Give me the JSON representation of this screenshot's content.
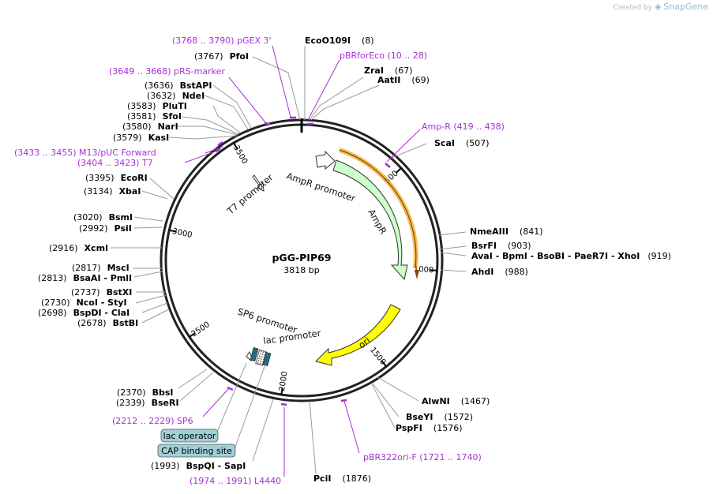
{
  "brand": {
    "prefix": "Created by",
    "name": "SnapGene"
  },
  "plasmid": {
    "name": "pGG-PIP69",
    "length_label": "3818 bp",
    "length": 3818
  },
  "colors": {
    "site_line": "#9a9a9a",
    "feature_line": "#a62fd6",
    "ampr_fill": "#ccffcc",
    "ori_fill": "#ffff00",
    "amp_r_orange": "#f5a623",
    "lac_box_fill": "#9fcfd8",
    "operator_fill": "#1f6f80"
  },
  "ticks": [
    {
      "pos": 500,
      "label": "500"
    },
    {
      "pos": 1000,
      "label": "1000"
    },
    {
      "pos": 1500,
      "label": "1500"
    },
    {
      "pos": 2000,
      "label": "2000"
    },
    {
      "pos": 2500,
      "label": "2500"
    },
    {
      "pos": 3000,
      "label": "3000"
    },
    {
      "pos": 3500,
      "label": "3500"
    }
  ],
  "sites": [
    {
      "name": "EcoO109I",
      "pos": "(8)"
    },
    {
      "name": "PfoI",
      "pos": "(3767)"
    },
    {
      "name": "ZraI",
      "pos": "(67)"
    },
    {
      "name": "AatII",
      "pos": "(69)"
    },
    {
      "name": "BstAPI",
      "pos": "(3636)"
    },
    {
      "name": "NdeI",
      "pos": "(3632)"
    },
    {
      "name": "PluTI",
      "pos": "(3583)"
    },
    {
      "name": "SfoI",
      "pos": "(3581)"
    },
    {
      "name": "NarI",
      "pos": "(3580)"
    },
    {
      "name": "KasI",
      "pos": "(3579)"
    },
    {
      "name": "ScaI",
      "pos": "(507)"
    },
    {
      "name": "EcoRI",
      "pos": "(3395)"
    },
    {
      "name": "XbaI",
      "pos": "(3134)"
    },
    {
      "name": "BsmI",
      "pos": "(3020)"
    },
    {
      "name": "PsiI",
      "pos": "(2992)"
    },
    {
      "name": "XcmI",
      "pos": "(2916)"
    },
    {
      "name": "MscI",
      "pos": "(2817)"
    },
    {
      "name": "BsaAI - PmlI",
      "pos": "(2813)"
    },
    {
      "name": "BstXI",
      "pos": "(2737)"
    },
    {
      "name": "NcoI - StyI",
      "pos": "(2730)"
    },
    {
      "name": "BspDI - ClaI",
      "pos": "(2698)"
    },
    {
      "name": "BstBI",
      "pos": "(2678)"
    },
    {
      "name": "NmeAIII",
      "pos": "(841)"
    },
    {
      "name": "BsrFI",
      "pos": "(903)"
    },
    {
      "name": "AvaI - BpmI - BsoBI - PaeR7I - XhoI",
      "pos": "(919)"
    },
    {
      "name": "AhdI",
      "pos": "(988)"
    },
    {
      "name": "AlwNI",
      "pos": "(1467)"
    },
    {
      "name": "BseYI",
      "pos": "(1572)"
    },
    {
      "name": "PspFI",
      "pos": "(1576)"
    },
    {
      "name": "PciI",
      "pos": "(1876)"
    },
    {
      "name": "BbsI",
      "pos": "(2370)"
    },
    {
      "name": "BseRI",
      "pos": "(2339)"
    },
    {
      "name": "BspQI - SapI",
      "pos": "(1993)"
    }
  ],
  "primers": [
    {
      "label": "(3768 .. 3790)  pGEX 3'"
    },
    {
      "label": "pBRforEco    (10 .. 28)"
    },
    {
      "label": "(3649 .. 3668)  pRS-marker"
    },
    {
      "label": "Amp-R    (419 .. 438)"
    },
    {
      "label": "(3433 .. 3455)  M13/pUC Forward"
    },
    {
      "label": "(3404 .. 3423)  T7"
    },
    {
      "label": "(2212 .. 2229)  SP6"
    },
    {
      "label": "(1974 .. 1991)  L4440"
    },
    {
      "label": "pBR322ori-F    (1721 .. 1740)"
    }
  ],
  "features": {
    "ampr_promoter": "AmpR promoter",
    "ampr": "AmpR",
    "ori": "ori",
    "t7_promoter": "T7 promoter",
    "sp6_promoter": "SP6 promoter",
    "lac_promoter": "lac promoter",
    "lac_operator": "lac operator",
    "cap_site": "CAP binding site"
  }
}
